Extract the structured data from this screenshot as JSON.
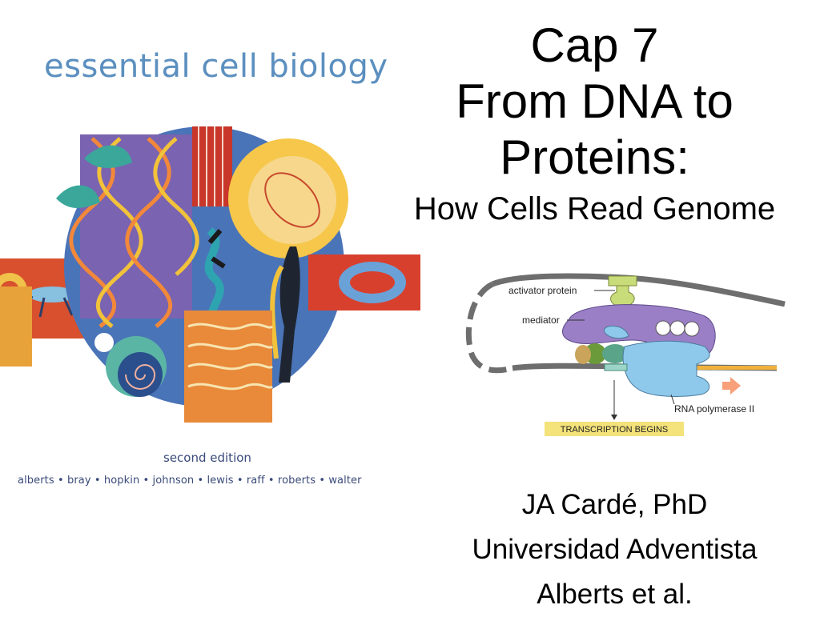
{
  "cover": {
    "title": "essential cell biology",
    "edition": "second edition",
    "authors": "alberts • bray • hopkin • johnson • lewis • raff • roberts • walter"
  },
  "slide": {
    "title_lines": [
      "Cap 7",
      "From DNA to",
      "Proteins:"
    ],
    "subtitle": "How Cells Read Genome"
  },
  "diagram": {
    "labels": {
      "activator": "activator protein",
      "mediator": "mediator",
      "polymerase": "RNA polymerase II",
      "begins": "TRANSCRIPTION BEGINS"
    },
    "colors": {
      "activator": "#c9dc7a",
      "mediator": "#9b7fc6",
      "polymerase": "#8ec9ec",
      "banner": "#f4e27a",
      "arrow": "#f7a07a",
      "dna": "#6e6e6e",
      "transcript": "#f0b23c"
    }
  },
  "presenter": {
    "name": "JA Cardé, PhD",
    "institution": "Universidad Adventista",
    "source": "Alberts et al."
  }
}
